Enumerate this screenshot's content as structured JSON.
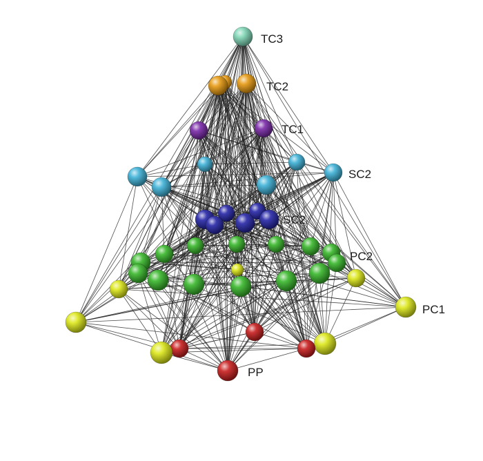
{
  "diagram": {
    "labels": {
      "tc3": "TC3",
      "tc2": "TC2",
      "tc1": "TC1",
      "sc2_upper": "SC2",
      "sc2_lower": "SC2",
      "pc2": "PC2",
      "pc1": "PC1",
      "pp": "PP"
    },
    "layer_colors": {
      "TC3": "#7fd6b6",
      "TC2": "#e69a12",
      "TC1": "#7a2aa8",
      "SC_light": "#3fb2d8",
      "SC_dark": "#2626a8",
      "PC_green": "#39b82c",
      "PC_yellow": "#dde81a",
      "PP": "#c81e1e"
    }
  }
}
